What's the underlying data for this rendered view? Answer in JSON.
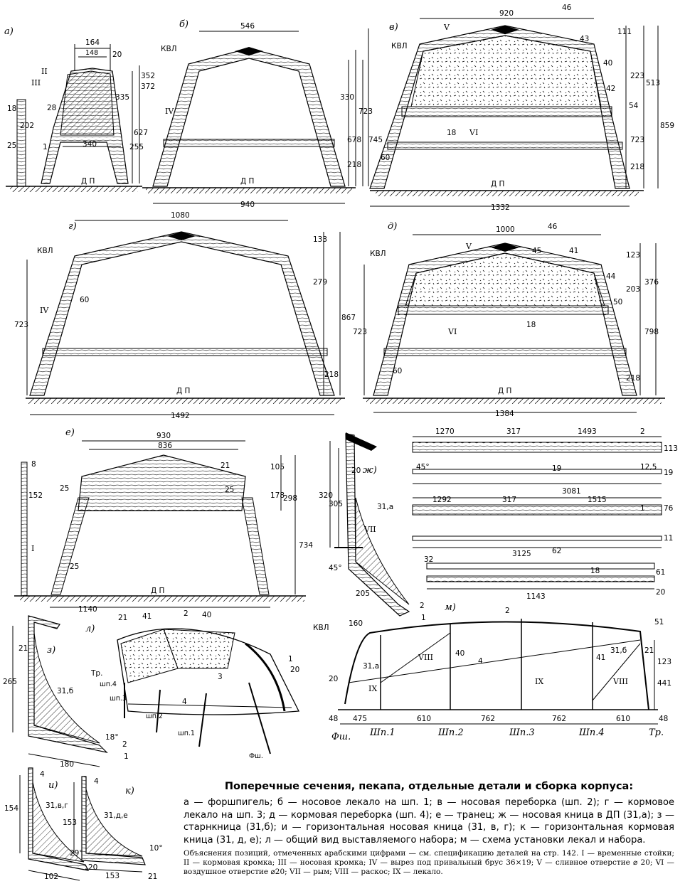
{
  "caption": {
    "title": "Поперечные сечения, пекапа, отдельные детали и сборка корпуса:",
    "body": "а — форшпигель; б — носовое лекало на шп. 1; в — носовая переборка (шп. 2); г — кормовое лекало на шп. 3; д — кормовая переборка (шп. 4); е — транец; ж — носовая кница в ДП (31,а); з — старнкница (31,б); и — горизонтальная носовая кница (31, в, г); к — горизонтальная кормовая кница (31, д, е); л — общий вид выставляемого набора; м — схема установки лекал и набора.",
    "notes": "Объяснения позиций, отмеченных арабскими цифрами — см. спецификацию деталей на стр. 142. I — временные стойки; II — кормовая кромка; III — носовая кромка; IV — вырез под привальный брус 36×19; V — сливное отверстие ⌀ 20; VI — воздушное отверстие ⌀20; VII — рым; VIII — раскос; IX — лекало."
  },
  "panels": {
    "a": {
      "label": "а)",
      "dims": [
        "164",
        "148",
        "20",
        "352",
        "372",
        "335",
        "627",
        "255",
        "340",
        "18",
        "202",
        "28",
        "25",
        "1"
      ],
      "marks": [
        "II",
        "III",
        "Д П"
      ]
    },
    "b": {
      "label": "б)",
      "dims": [
        "546",
        "330",
        "723",
        "745",
        "678",
        "218",
        "940"
      ],
      "marks": [
        "КВЛ",
        "IV",
        "Д П"
      ]
    },
    "v": {
      "label": "в)",
      "dims": [
        "920",
        "46",
        "111",
        "43",
        "40",
        "42",
        "223",
        "513",
        "54",
        "859",
        "18",
        "723",
        "60",
        "218",
        "1332"
      ],
      "marks": [
        "V",
        "КВЛ",
        "VI",
        "Д П"
      ]
    },
    "g": {
      "label": "г)",
      "dims": [
        "1080",
        "133",
        "279",
        "60",
        "723",
        "867",
        "218",
        "1492"
      ],
      "marks": [
        "КВЛ",
        "IV",
        "Д П"
      ]
    },
    "d": {
      "label": "д)",
      "dims": [
        "1000",
        "46",
        "45",
        "41",
        "123",
        "44",
        "203",
        "376",
        "50",
        "18",
        "723",
        "798",
        "60",
        "218",
        "1384"
      ],
      "marks": [
        "V",
        "КВЛ",
        "VI",
        "Д П"
      ]
    },
    "e": {
      "label": "е)",
      "dims": [
        "930",
        "836",
        "8",
        "152",
        "21",
        "105",
        "25",
        "25",
        "178",
        "298",
        "734",
        "25",
        "1140"
      ],
      "marks": [
        "I",
        "Д П"
      ]
    },
    "zh": {
      "label": "ж)",
      "dims": [
        "20",
        "320",
        "305",
        "31,а",
        "45°",
        "205",
        "2",
        "1"
      ],
      "marks": [
        "VII"
      ]
    },
    "parts": {
      "dims": [
        "1270",
        "317",
        "1493",
        "2",
        "113",
        "45°",
        "19",
        "12,5",
        "19",
        "3081",
        "1292",
        "317",
        "1515",
        "1",
        "76",
        "3125",
        "11",
        "62",
        "32",
        "18",
        "61",
        "1143",
        "20"
      ]
    },
    "z": {
      "label": "з)",
      "dims": [
        "21",
        "265",
        "31,б",
        "18°",
        "2",
        "1",
        "180"
      ]
    },
    "l": {
      "label": "л)",
      "dims": [
        "21",
        "41",
        "2",
        "40",
        "1",
        "20",
        "3",
        "4"
      ],
      "marks": [
        "Тр.",
        "шп.4",
        "шп.3",
        "шп.2",
        "шп.1",
        "Фш."
      ]
    },
    "m": {
      "label": "м)",
      "dims": [
        "160",
        "2",
        "51",
        "VIII",
        "40",
        "4",
        "41",
        "31,б",
        "21",
        "31,а",
        "IX",
        "IX",
        "VIII",
        "123",
        "441",
        "20",
        "48",
        "475",
        "610",
        "762",
        "762",
        "610",
        "48"
      ],
      "marks": [
        "КВЛ",
        "Фш.",
        "Шп.1",
        "Шп.2",
        "Шп.3",
        "Шп.4",
        "Тр."
      ]
    },
    "i": {
      "label": "и)",
      "dims": [
        "4",
        "154",
        "31,в,г",
        "29°",
        "20",
        "102"
      ]
    },
    "k": {
      "label": "к)",
      "dims": [
        "4",
        "153",
        "31,д,е",
        "10°",
        "153",
        "21"
      ]
    }
  }
}
